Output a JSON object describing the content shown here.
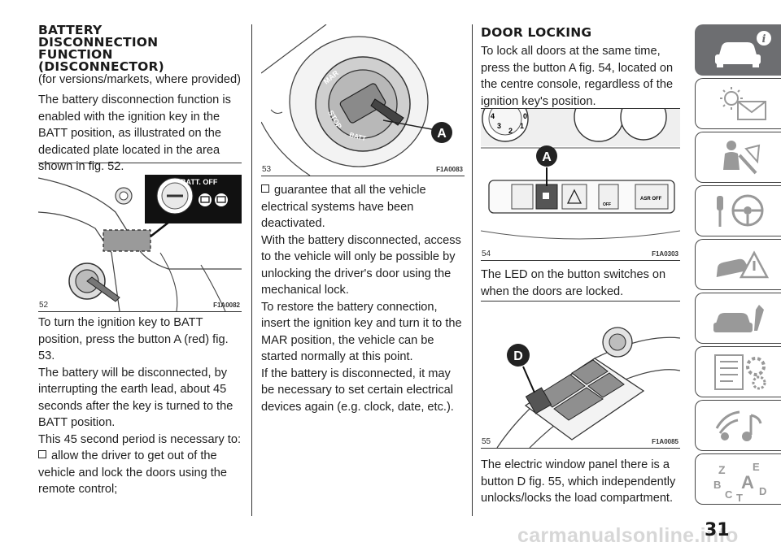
{
  "col1": {
    "heading": "BATTERY DISCONNECTION FUNCTION (DISCONNECTOR)",
    "heading_lines": [
      "BATTERY",
      "DISCONNECTION",
      "FUNCTION",
      "(DISCONNECTOR)"
    ],
    "note": "(for versions/markets, where provided)",
    "para1": "The battery disconnection function is enabled with the ignition key in the BATT position, as illustrated on the dedicated plate located in the area shown in fig. 52.",
    "fig52": {
      "number": "52",
      "code": "F1A0082",
      "plate_label": "BATT. OFF"
    },
    "para2_lines": [
      "To turn the ignition key to BATT position, press the button A (red) fig. 53.",
      "The battery will be disconnected, by interrupting the earth lead, about 45 seconds after the key is turned to the BATT position.",
      "This 45 second period is necessary to:"
    ],
    "bullet1": "allow the driver to get out of the vehicle and lock the doors using the remote control;"
  },
  "col2": {
    "fig53": {
      "number": "53",
      "code": "F1A0083",
      "callout": "A",
      "ring_text": "MAR",
      "ring_text2": "STOP",
      "ring_text3": "BATT"
    },
    "bullet2": "guarantee that all the vehicle electrical systems have been deactivated.",
    "para_lines": [
      "With the battery disconnected, access to the vehicle will only be possible by unlocking the driver's door using the mechanical lock.",
      "To restore the battery connection, insert the ignition key and turn it to the MAR position, the vehicle can be started normally at this point.",
      "If the battery is disconnected, it may be necessary to set certain electrical devices again (e.g. clock, date, etc.)."
    ]
  },
  "col3": {
    "heading": "DOOR LOCKING",
    "para1": "To lock all doors at the same time, press the button A fig. 54, located on the centre console, regardless of the ignition key's position.",
    "fig54": {
      "number": "54",
      "code": "F1A0303",
      "callout": "A",
      "dial_numbers": [
        "4",
        "3",
        "2",
        "1",
        "0"
      ],
      "switch_label1": "ASR OFF",
      "switch_label2": "OFF"
    },
    "para2": "The LED on the button switches on when the doors are locked.",
    "fig55": {
      "number": "55",
      "code": "F1A0085",
      "callout": "D"
    },
    "para3": "The electric window panel there is a button D fig. 55, which independently unlocks/locks the load compartment."
  },
  "tabs": [
    {
      "icon": "car-info-icon",
      "active": true
    },
    {
      "icon": "warning-lights-message-icon",
      "active": false
    },
    {
      "icon": "seatbelt-airbag-icon",
      "active": false
    },
    {
      "icon": "key-steering-wheel-icon",
      "active": false
    },
    {
      "icon": "crash-warning-icon",
      "active": false
    },
    {
      "icon": "car-service-icon",
      "active": false
    },
    {
      "icon": "technical-data-icon",
      "active": false
    },
    {
      "icon": "multimedia-icon",
      "active": false
    },
    {
      "icon": "index-alphabet-icon",
      "active": false
    }
  ],
  "tab_letters": [
    "Z",
    "E",
    "B",
    "A",
    "D",
    "C",
    "T"
  ],
  "page_number": "31",
  "watermark": "carmanualsonline.info"
}
